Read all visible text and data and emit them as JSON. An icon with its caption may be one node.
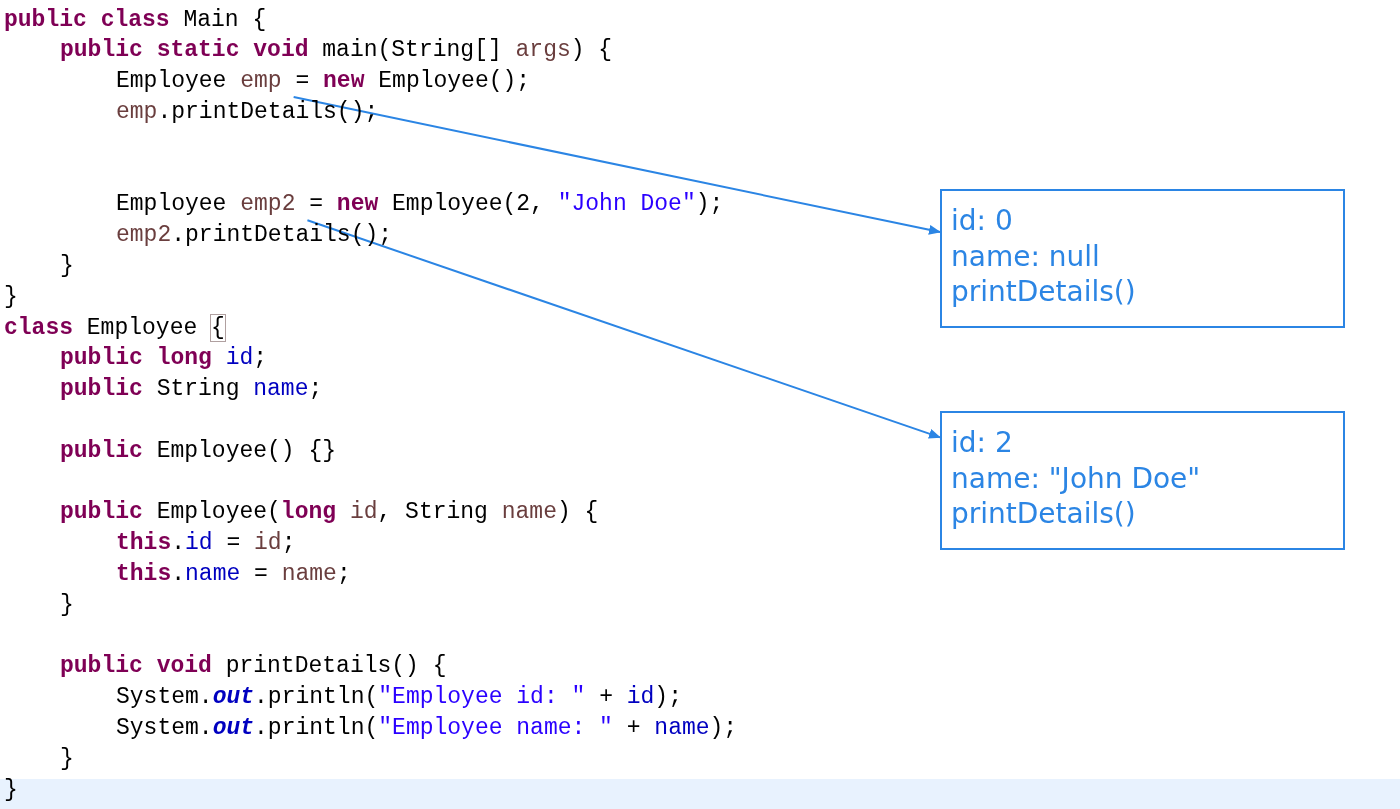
{
  "diagram": {
    "nodes": [
      {
        "text": [
          "emp"
        ]
      },
      {
        "text": [
          "emp2"
        ]
      },
      {
        "text": [
          "id: 0",
          "name: null",
          "printDetails()"
        ]
      },
      {
        "text": [
          "id: 2",
          "name: \"John Doe\"",
          "printDetails()"
        ]
      }
    ],
    "edges": [
      {
        "from": 0,
        "to": 2,
        "arrow": "to"
      },
      {
        "from": 1,
        "to": 3,
        "arrow": "to"
      }
    ],
    "labels": [
      "public class Main {",
      "public static void main(String[] args) {",
      "Employee",
      "= new Employee();",
      "emp.printDetails();",
      "Employee",
      "= new Employee(2, \"John Doe\");",
      "emp2.printDetails();",
      "}",
      "}",
      "class Employee {",
      "public long id;",
      "public String name;",
      "public Employee() {}",
      "public Employee(long id, String name) {",
      "this.id = id;",
      "this.name = name;",
      "}",
      "public void printDetails() {",
      "System.out.println(\"Employee id: \" + id);",
      "System.out.println(\"Employee name: \" + name);",
      "}",
      "}"
    ]
  }
}
